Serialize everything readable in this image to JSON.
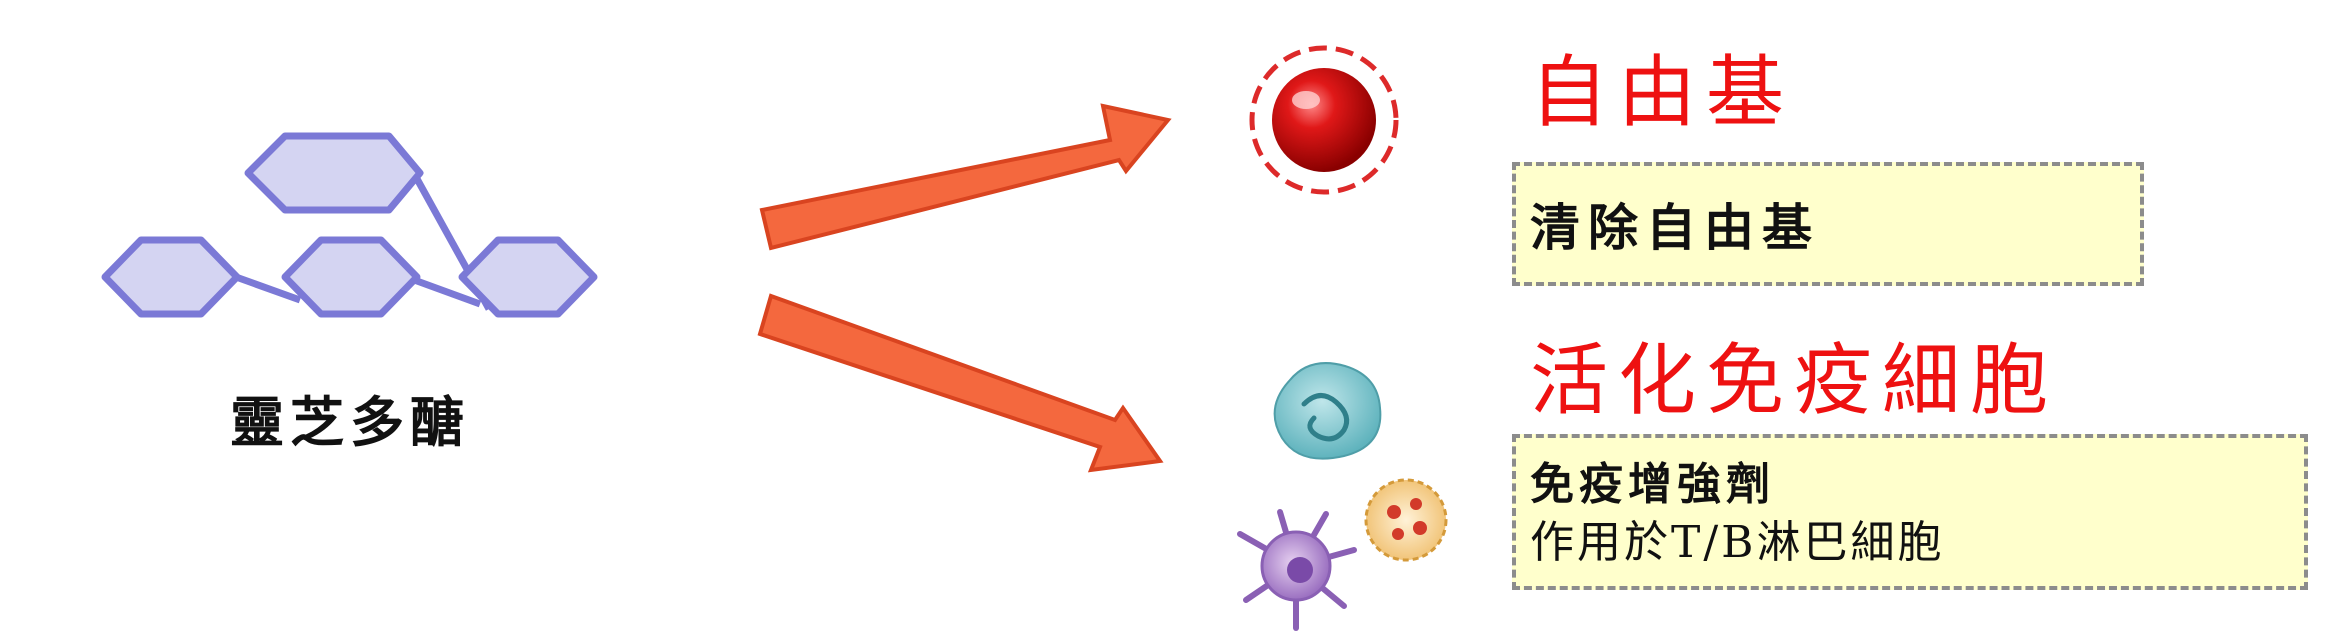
{
  "molecule": {
    "label": "靈芝多醣"
  },
  "effects": [
    {
      "heading": "自由基",
      "box_title": "清除自由基"
    },
    {
      "heading": "活化免疫細胞",
      "box_title": "免疫增強劑",
      "box_subtitle": "作用於T/B淋巴細胞"
    }
  ],
  "colors": {
    "heading_red": "#ee1111",
    "arrow_fill": "#f4683e",
    "arrow_stroke": "#d94420",
    "hexagon_fill": "#d4d4f2",
    "hexagon_stroke": "#7b79d6",
    "box_fill": "#ffffcc",
    "box_border": "#8c8c8c"
  },
  "icons": [
    "hexagon-icon",
    "arrow-icon",
    "free-radical-icon",
    "immune-cell-icon"
  ]
}
